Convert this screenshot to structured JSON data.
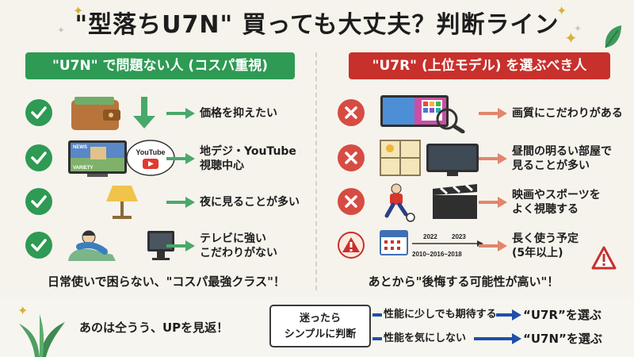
{
  "title": "\"型落ちU7N\" 買っても大丈夫？判断ライン",
  "left": {
    "heading": "\"U7N\" で問題ない人 (コスパ重視)",
    "items": [
      {
        "text": "価格を抑えたい",
        "icon": "wallet-icon"
      },
      {
        "text": "地デジ・YouTube\n視聴中心",
        "icon": "tv-news-icon"
      },
      {
        "text": "夜に見ることが多い",
        "icon": "lamp-moon-icon"
      },
      {
        "text": "テレビに強い\nこだわりがない",
        "icon": "relaxing-person-icon"
      }
    ],
    "tv_labels": {
      "news": "NEWS",
      "variety": "VARIETY",
      "youtube": "YouTube"
    },
    "footer": "日常使いで困らない、\"コスパ最強クラス\"！"
  },
  "right": {
    "heading": "\"U7R\" (上位モデル) を選ぶべき人",
    "items": [
      {
        "text": "画質にこだわりがある",
        "icon": "color-inspection-icon"
      },
      {
        "text": "昼間の明るい部屋で\n見ることが多い",
        "icon": "bright-window-icon"
      },
      {
        "text": "映画やスポーツを\nよく視聴する",
        "icon": "sports-movie-icon"
      },
      {
        "text": "長く使う予定\n(5年以上)",
        "icon": "calendar-timeline-icon"
      }
    ],
    "timeline": {
      "years_top": [
        "2022",
        "2023"
      ],
      "years_bottom": "2010~2016~2018"
    },
    "footer": "あとから\"後悔する可能性が高い\"！"
  },
  "bottom": {
    "left_text": "あのは仝うう、UPを見返！",
    "decide_label": "迷ったら\nシンプルに判断",
    "flows": [
      {
        "condition": "性能に少しでも期待する",
        "result": "“U7R”を選ぶ"
      },
      {
        "condition": "性能を気にしない",
        "result": "“U7N”を選ぶ"
      }
    ]
  },
  "colors": {
    "green": "#2e9a54",
    "red": "#c8302c",
    "arrow_green": "#4aa86a",
    "arrow_red": "#e2856b",
    "flow_blue": "#1f4fa8"
  }
}
